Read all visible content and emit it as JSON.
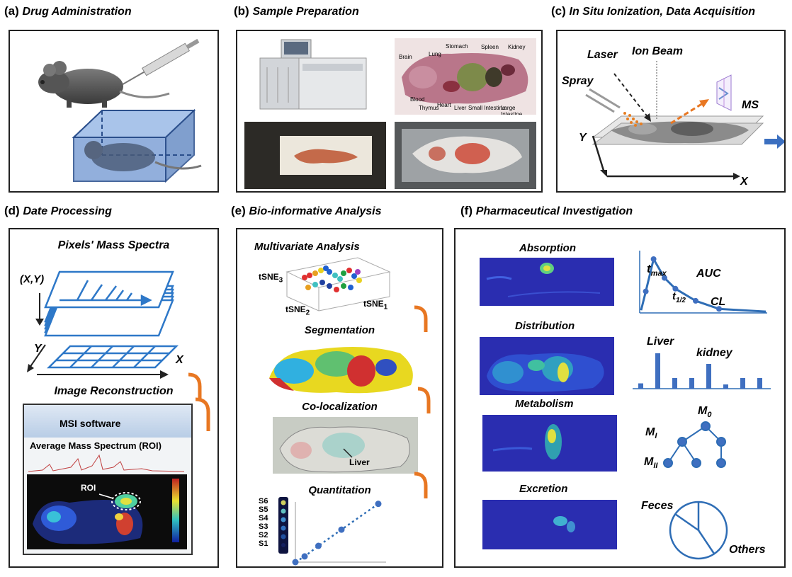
{
  "panels": {
    "a": {
      "letter": "(a)",
      "title": "Drug Administration"
    },
    "b": {
      "letter": "(b)",
      "title": "Sample Preparation",
      "organs": {
        "brain": "Brain",
        "lung": "Lung",
        "stomach": "Stomach",
        "spleen": "Spleen",
        "kidney": "Kidney",
        "blood": "Blood",
        "thymus": "Thymus",
        "heart": "Heart",
        "liver": "Liver",
        "small_intestine": "Small Intestine",
        "large_intestine": "Large Intestine"
      }
    },
    "c": {
      "letter": "(c)",
      "title": "In Situ Ionization, Data Acquisition",
      "laser": "Laser",
      "ion_beam": "Ion Beam",
      "spray": "Spray",
      "ms": "MS",
      "y_axis": "Y",
      "x_axis": "X"
    },
    "d": {
      "letter": "(d)",
      "title": "Date Processing",
      "pixels_spectra": "Pixels' Mass Spectra",
      "xy": "(X,Y)",
      "y": "Y",
      "x": "X",
      "image_reconstruction": "Image Reconstruction",
      "software": "MSI software",
      "avg_spectrum": "Average Mass Spectrum (ROI)",
      "roi": "ROI"
    },
    "e": {
      "letter": "(e)",
      "title": "Bio-informative Analysis",
      "multivariate": "Multivariate Analysis",
      "tsne3": "tSNE",
      "tsne3_sub": "3",
      "tsne2": "tSNE",
      "tsne2_sub": "2",
      "tsne1": "tSNE",
      "tsne1_sub": "1",
      "segmentation": "Segmentation",
      "colocalization": "Co-localization",
      "liver": "Liver",
      "quantitation": "Quantitation",
      "standards": [
        "S6",
        "S5",
        "S4",
        "S3",
        "S2",
        "S1"
      ]
    },
    "f": {
      "letter": "(f)",
      "title": "Pharmaceutical Investigation",
      "absorption": "Absorption",
      "distribution": "Distribution",
      "metabolism": "Metabolism",
      "excretion": "Excretion",
      "tmax": "t",
      "tmax_sub": "max",
      "thalf": "t",
      "thalf_sub": "1/2",
      "auc": "AUC",
      "cl": "CL",
      "liver": "Liver",
      "kidney": "kidney",
      "m0": "M",
      "m0_sub": "0",
      "mi": "M",
      "mi_sub": "I",
      "mii": "M",
      "mii_sub": "II",
      "feces": "Feces",
      "others": "Others"
    }
  },
  "quant_points": [
    [
      0,
      0
    ],
    [
      1,
      0.3
    ],
    [
      2.5,
      0.85
    ],
    [
      5,
      1.7
    ],
    [
      9,
      3.05
    ]
  ],
  "pk_points": [
    [
      0,
      0.1
    ],
    [
      0.3,
      0.8
    ],
    [
      0.8,
      2.0
    ],
    [
      1.5,
      1.3
    ],
    [
      2.2,
      0.9
    ],
    [
      3.5,
      0.45
    ],
    [
      5,
      0.15
    ],
    [
      8,
      0.05
    ]
  ],
  "dist_bars": [
    0.15,
    1.0,
    0.3,
    0.3,
    0.7,
    0.12,
    0.3,
    0.3
  ],
  "colors": {
    "accent_orange": "#e87722",
    "blue": "#2e6db5",
    "mid_blue": "#3f6fc0",
    "frame": "#222222"
  }
}
